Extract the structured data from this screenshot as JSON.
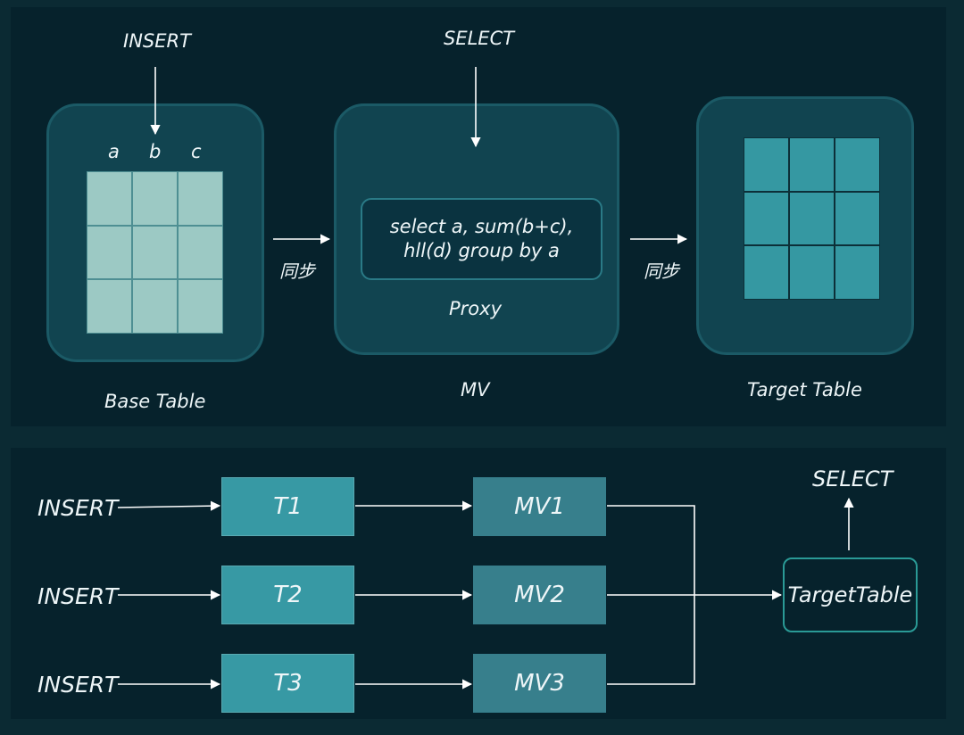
{
  "top": {
    "insert_label": "INSERT",
    "select_label": "SELECT",
    "columns": [
      "a",
      "b",
      "c"
    ],
    "sync_label_left": "同步",
    "sync_label_right": "同步",
    "mv_query": "select  a, sum(b+c),\nhll(d) group by a",
    "proxy_label": "Proxy",
    "base_table_label": "Base Table",
    "mv_label": "MV",
    "target_table_label": "Target Table"
  },
  "bottom": {
    "rows": [
      {
        "insert": "INSERT",
        "table": "T1",
        "mv": "MV1"
      },
      {
        "insert": "INSERT",
        "table": "T2",
        "mv": "MV2"
      },
      {
        "insert": "INSERT",
        "table": "T3",
        "mv": "MV3"
      }
    ],
    "target": "TargetTable",
    "select_label": "SELECT"
  },
  "colors": {
    "background": "#06222c",
    "container": "#114450",
    "base_cell": "#9cc9c4",
    "target_cell": "#3598a2",
    "t_node": "#3799a4",
    "mv_node": "#377f8c",
    "target_border": "#2a9a96"
  }
}
